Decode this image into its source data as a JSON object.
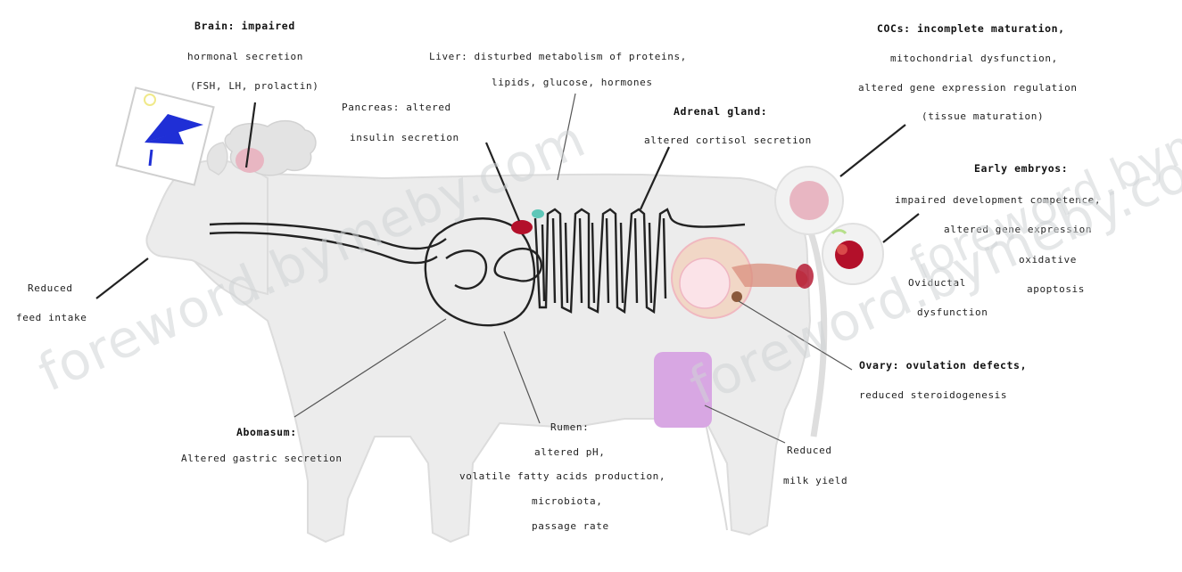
{
  "labels": {
    "brain_title": "Brain: impaired",
    "brain_l2": "hormonal secretion",
    "brain_l3": "(FSH, LH, prolactin)",
    "liver_l1": "Liver: disturbed metabolism of proteins,",
    "liver_l2": "lipids, glucose, hormones",
    "pancreas_l1": "Pancreas: altered",
    "pancreas_l2": "insulin secretion",
    "adrenal_title": "Adrenal gland:",
    "adrenal_l2": "altered cortisol secretion",
    "cocs_l1": "COCs: incomplete maturation,",
    "cocs_l2": "mitochondrial dysfunction,",
    "cocs_l3": "altered gene expression regulation",
    "cocs_l4": "(tissue maturation)",
    "embryo_title": "Early embryos:",
    "embryo_l2": "impaired development competence,",
    "embryo_l3": "altered gene expression",
    "embryo_l4": "oxidative",
    "embryo_l5": "apoptosis",
    "oviduct_l1": "Oviductal",
    "oviduct_l2": "dysfunction",
    "ovary_l1": "Ovary: ovulation defects,",
    "ovary_l2": "reduced steroidogenesis",
    "feed_l1": "Reduced",
    "feed_l2": "feed intake",
    "abomasum_title": "Abomasum:",
    "abomasum_l2": "Altered gastric secretion",
    "rumen_l1": "Rumen:",
    "rumen_l2": "altered pH,",
    "rumen_l3": "volatile fatty acids production,",
    "rumen_l4": "microbiota,",
    "rumen_l5": "passage rate",
    "milk_l1": "Reduced",
    "milk_l2": "milk yield"
  },
  "watermark": {
    "text1": "foreword.bymeby.com",
    "text2": "foreword.bymeby.com",
    "text3": "foreword.bymeby.com"
  },
  "colors": {
    "cow_body": "#ececec",
    "cow_outline": "#dcdcdc",
    "udder": "#d8a7e3",
    "organ_red": "#b3102a",
    "cell_pink": "#e8b6c2",
    "ovary_peach": "#f5c6a8",
    "sun_blue": "#1f2fd6",
    "watermark": "#cfd3d6"
  },
  "icons": [
    "heat-stress-sun-icon",
    "brain-icon"
  ]
}
